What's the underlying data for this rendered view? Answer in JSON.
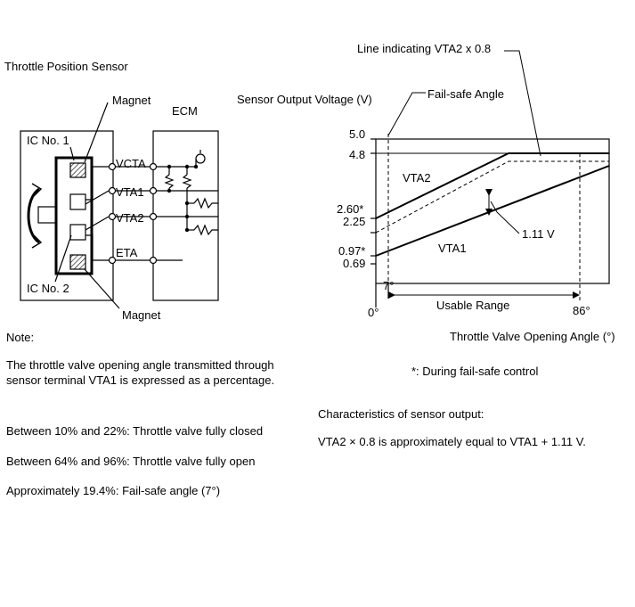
{
  "circuit": {
    "title": "Throttle Position Sensor",
    "magnet_top": "Magnet",
    "magnet_bottom": "Magnet",
    "ecm": "ECM",
    "ic1": "IC No. 1",
    "ic2": "IC No. 2",
    "terminals": [
      "VCTA",
      "VTA1",
      "VTA2",
      "ETA"
    ]
  },
  "graph": {
    "vta2_note": "Line indicating VTA2 x 0.8",
    "y_title": "Sensor Output Voltage (V)",
    "failsafe_label": "Fail-safe Angle",
    "y_ticks": [
      "5.0",
      "4.8",
      "2.60*",
      "2.25",
      "0.97*",
      "0.69"
    ],
    "vta2_label": "VTA2",
    "vta1_label": "VTA1",
    "offset_label": "1.11 V",
    "angle_7": "7°",
    "angle_0": "0°",
    "angle_86": "86°",
    "usable_range": "Usable Range",
    "x_title": "Throttle Valve Opening Angle (°)"
  },
  "notes": {
    "note_heading": "Note:",
    "note_body_1": "The throttle valve opening angle transmitted through",
    "note_body_2": "sensor terminal VTA1 is expressed as a percentage.",
    "item_1": "Between 10% and 22%: Throttle valve fully closed",
    "item_2": "Between 64% and 96%: Throttle valve fully open",
    "item_3": "Approximately 19.4%: Fail-safe angle (7°)",
    "asterisk_note": "*: During fail-safe control",
    "characteristics_heading": "Characteristics of sensor output:",
    "characteristics_formula": "VTA2 × 0.8 is approximately equal to VTA1 + 1.11 V."
  }
}
